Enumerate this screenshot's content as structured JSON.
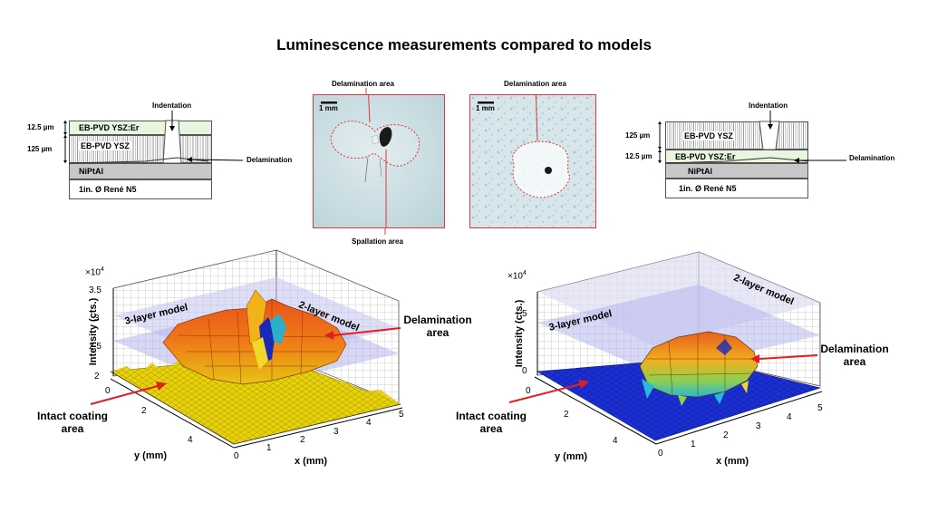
{
  "title": "Luminescence measurements compared to models",
  "left_schematic": {
    "dim_top": "12.5 µm",
    "dim_bottom": "125 µm",
    "layers": [
      "EB-PVD YSZ:Er",
      "EB-PVD YSZ",
      "NiPtAl",
      "1in. Ø René N5"
    ],
    "indentation": "Indentation",
    "delamination": "Delamination"
  },
  "right_schematic": {
    "dim_top": "125 µm",
    "dim_bottom": "12.5 µm",
    "layers": [
      "EB-PVD YSZ",
      "EB-PVD YSZ:Er",
      "NiPtAl",
      "1in. Ø René N5"
    ],
    "indentation": "Indentation",
    "delamination": "Delamination"
  },
  "photo_left": {
    "scale": "1 mm",
    "delamination_label": "Delamination area",
    "spallation_label": "Spallation area"
  },
  "photo_right": {
    "scale": "1 mm",
    "delamination_label": "Delamination area"
  },
  "plot_left": {
    "multiplier": "×10",
    "multiplier_exp": "4",
    "z_label": "Intensity (cts.)",
    "z_ticks": [
      "2",
      "2.5",
      "3",
      "3.5"
    ],
    "x_label": "x (mm)",
    "x_ticks": [
      "0",
      "1",
      "2",
      "3",
      "4",
      "5"
    ],
    "y_label": "y (mm)",
    "y_ticks": [
      "0",
      "2",
      "4"
    ],
    "plane_3": "3-layer model",
    "plane_2": "2-layer model",
    "annot_delam_1": "Delamination",
    "annot_delam_2": "area",
    "annot_intact_1": "Intact coating",
    "annot_intact_2": "area",
    "colors": {
      "surface_low": "#e8d20a",
      "surface_high": "#e8541a",
      "plane": "#b9b9ea",
      "arrow": "#e02020"
    }
  },
  "plot_right": {
    "multiplier": "×10",
    "multiplier_exp": "4",
    "z_label": "Intensity (cts.)",
    "z_ticks": [
      "0",
      "5"
    ],
    "x_label": "x (mm)",
    "x_ticks": [
      "0",
      "1",
      "2",
      "3",
      "4",
      "5"
    ],
    "y_label": "y (mm)",
    "y_ticks": [
      "0",
      "2",
      "4"
    ],
    "plane_3": "3-layer model",
    "plane_2": "2-layer model",
    "annot_delam_1": "Delamination",
    "annot_delam_2": "area",
    "annot_intact_1": "Intact coating",
    "annot_intact_2": "area",
    "colors": {
      "surface_low": "#1428c8",
      "surface_high": "#f0a020",
      "plane": "#b9b9ea",
      "arrow": "#e02020"
    }
  }
}
